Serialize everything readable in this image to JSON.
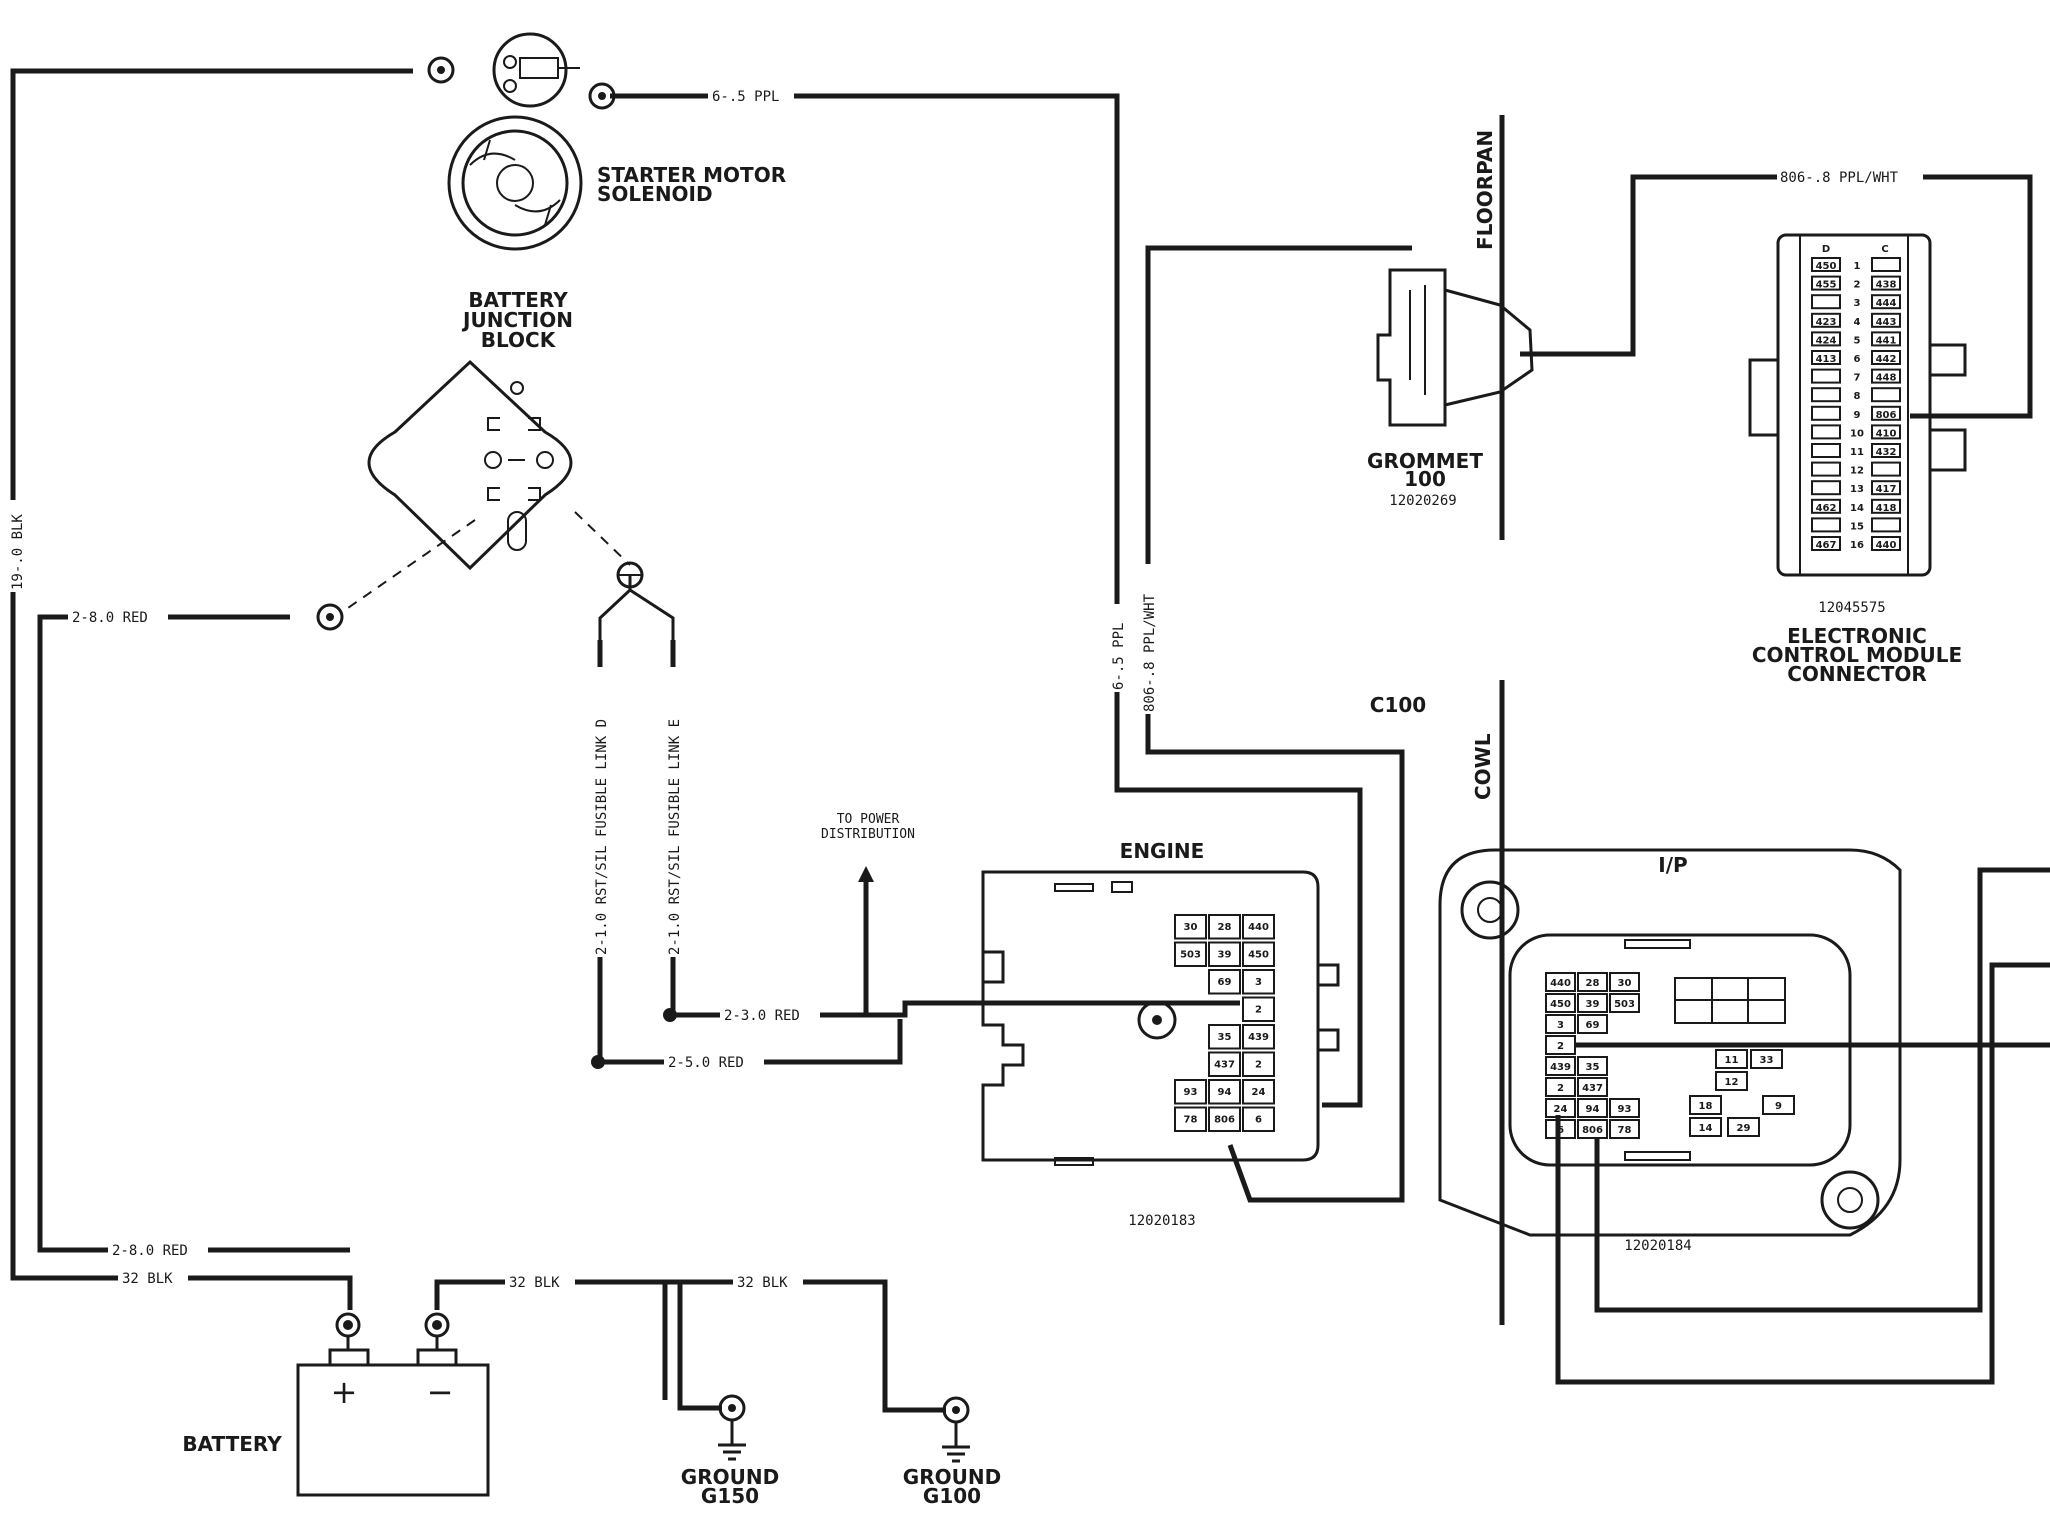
{
  "wires": {
    "w_19blk": "19-.0 BLK",
    "w_6ppl_top": "6-.5 PPL",
    "w_6ppl_vert": "6-.5 PPL",
    "w_806_vert": "806-.8 PPL/WHT",
    "w_806_ecm": "806-.8 PPL/WHT",
    "w_2red_8_upper": "2-8.0 RED",
    "w_2red_8_lower": "2-8.0 RED",
    "w_32blk_a": "32 BLK",
    "w_32blk_b": "32 BLK",
    "w_32blk_c": "32 BLK",
    "w_fusible_d": "2-1.0 RST/SIL FUSIBLE LINK D",
    "w_fusible_e": "2-1.0 RST/SIL FUSIBLE LINK E",
    "w_2red_3": "2-3.0 RED",
    "w_2red_5": "2-5.0 RED"
  },
  "labels": {
    "starter_1": "STARTER MOTOR",
    "starter_2": "SOLENOID",
    "bjb_1": "BATTERY",
    "bjb_2": "JUNCTION",
    "bjb_3": "BLOCK",
    "floorpan": "FLOORPAN",
    "grommet_1": "GROMMET",
    "grommet_2": "100",
    "grommet_pn": "12020269",
    "ecm_pn": "12045575",
    "ecm_1": "ELECTRONIC",
    "ecm_2": "CONTROL MODULE",
    "ecm_3": "CONNECTOR",
    "c100": "C100",
    "cowl": "COWL",
    "engine": "ENGINE",
    "ip": "I/P",
    "power_1": "TO POWER",
    "power_2": "DISTRIBUTION",
    "engine_pn": "12020183",
    "ip_pn": "12020184",
    "battery": "BATTERY",
    "plus": "+",
    "minus": "−",
    "g150_1": "GROUND",
    "g150_2": "G150",
    "g100_1": "GROUND",
    "g100_2": "G100"
  },
  "ecm_connector": {
    "col_d": "D",
    "col_c": "C",
    "rows": [
      {
        "n": "1",
        "d": "450",
        "c": ""
      },
      {
        "n": "2",
        "d": "455",
        "c": "438"
      },
      {
        "n": "3",
        "d": "",
        "c": "444"
      },
      {
        "n": "4",
        "d": "423",
        "c": "443"
      },
      {
        "n": "5",
        "d": "424",
        "c": "441"
      },
      {
        "n": "6",
        "d": "413",
        "c": "442"
      },
      {
        "n": "7",
        "d": "",
        "c": "448"
      },
      {
        "n": "8",
        "d": "",
        "c": ""
      },
      {
        "n": "9",
        "d": "",
        "c": "806"
      },
      {
        "n": "10",
        "d": "",
        "c": "410"
      },
      {
        "n": "11",
        "d": "",
        "c": "432"
      },
      {
        "n": "12",
        "d": "",
        "c": ""
      },
      {
        "n": "13",
        "d": "",
        "c": "417"
      },
      {
        "n": "14",
        "d": "462",
        "c": "418"
      },
      {
        "n": "15",
        "d": "",
        "c": ""
      },
      {
        "n": "16",
        "d": "467",
        "c": "440"
      }
    ]
  },
  "engine_connector": {
    "rows": [
      [
        "30",
        "28",
        "440"
      ],
      [
        "503",
        "39",
        "450"
      ],
      [
        "",
        "69",
        "3"
      ],
      [
        "",
        "",
        "2"
      ],
      [
        "",
        "35",
        "439"
      ],
      [
        "",
        "437",
        "2"
      ],
      [
        "93",
        "94",
        "24"
      ],
      [
        "78",
        "806",
        "6"
      ]
    ]
  },
  "ip_connector": {
    "rows": [
      [
        "440",
        "28",
        "30"
      ],
      [
        "450",
        "39",
        "503"
      ],
      [
        "3",
        "69",
        ""
      ],
      [
        "2",
        "",
        ""
      ],
      [
        "439",
        "35",
        ""
      ],
      [
        "2",
        "437",
        ""
      ],
      [
        "24",
        "94",
        "93"
      ],
      [
        "6",
        "806",
        "78"
      ]
    ],
    "right": [
      "11",
      "33",
      "12",
      "18",
      "9",
      "14",
      "29"
    ]
  }
}
